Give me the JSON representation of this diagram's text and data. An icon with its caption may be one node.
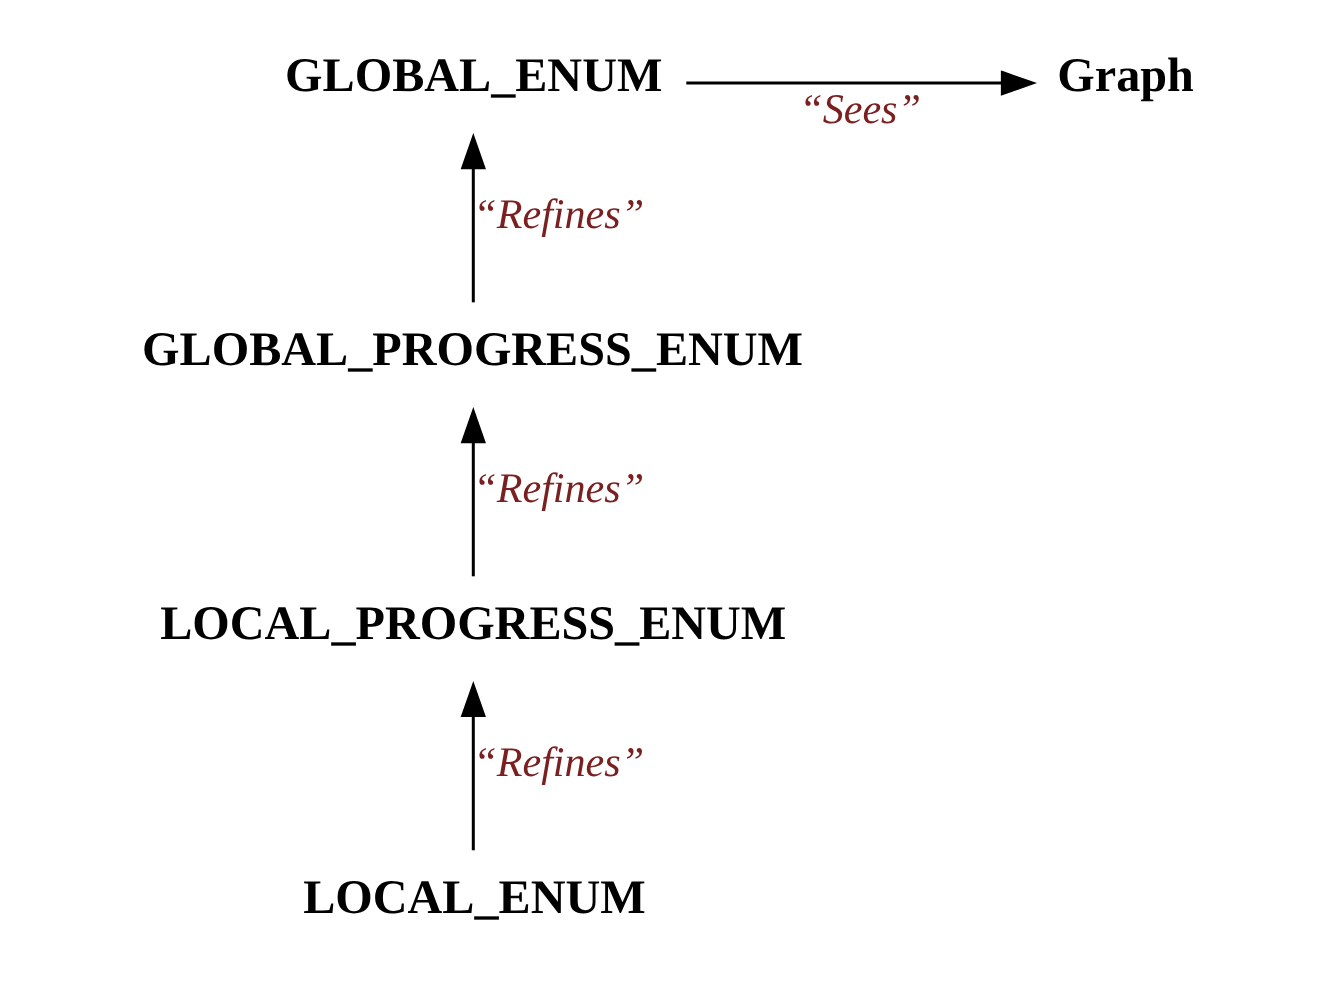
{
  "diagram": {
    "nodes": [
      {
        "text": [
          "GLOBAL_ENUM"
        ]
      },
      {
        "text": [
          "Graph"
        ]
      },
      {
        "text": [
          "GLOBAL_PROGRESS_ENUM"
        ]
      },
      {
        "text": [
          "LOCAL_PROGRESS_ENUM"
        ]
      },
      {
        "text": [
          "LOCAL_ENUM"
        ]
      }
    ],
    "edges": [
      {
        "from": 0,
        "to": 1,
        "arrow": "to",
        "label": "“Sees”"
      },
      {
        "from": 2,
        "to": 0,
        "arrow": "to",
        "label": "“Refines”"
      },
      {
        "from": 3,
        "to": 2,
        "arrow": "to",
        "label": "“Refines”"
      },
      {
        "from": 4,
        "to": 3,
        "arrow": "to",
        "label": "“Refines”"
      }
    ]
  }
}
